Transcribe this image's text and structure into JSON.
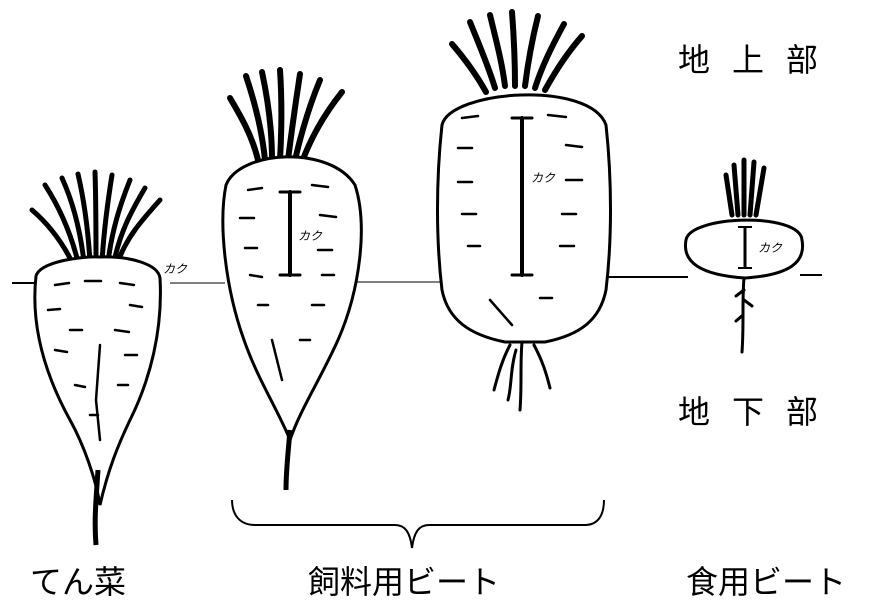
{
  "regions": {
    "above_ground": "地上部",
    "below_ground": "地下部"
  },
  "names": {
    "sugar_beet": "てん菜",
    "fodder_beet": "飼料用ビート",
    "table_beet": "食用ビート"
  },
  "annotations": {
    "crown": "カク"
  }
}
